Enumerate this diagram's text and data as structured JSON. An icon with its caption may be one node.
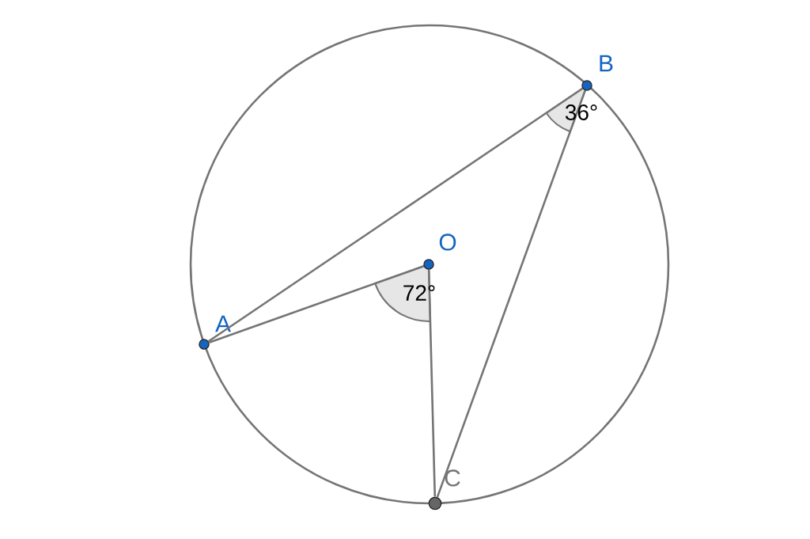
{
  "diagram": {
    "nodes": [
      {
        "text": [
          "A"
        ]
      },
      {
        "text": [
          "B"
        ]
      },
      {
        "text": [
          "O"
        ]
      },
      {
        "text": [
          "C"
        ]
      }
    ],
    "edges": [
      {
        "from": 0,
        "to": 1,
        "arrow": "none"
      },
      {
        "from": 1,
        "to": 3,
        "arrow": "none"
      },
      {
        "from": 0,
        "to": 2,
        "arrow": "none"
      },
      {
        "from": 2,
        "to": 3,
        "arrow": "none"
      }
    ],
    "labels": [
      "36°",
      "72°"
    ]
  }
}
